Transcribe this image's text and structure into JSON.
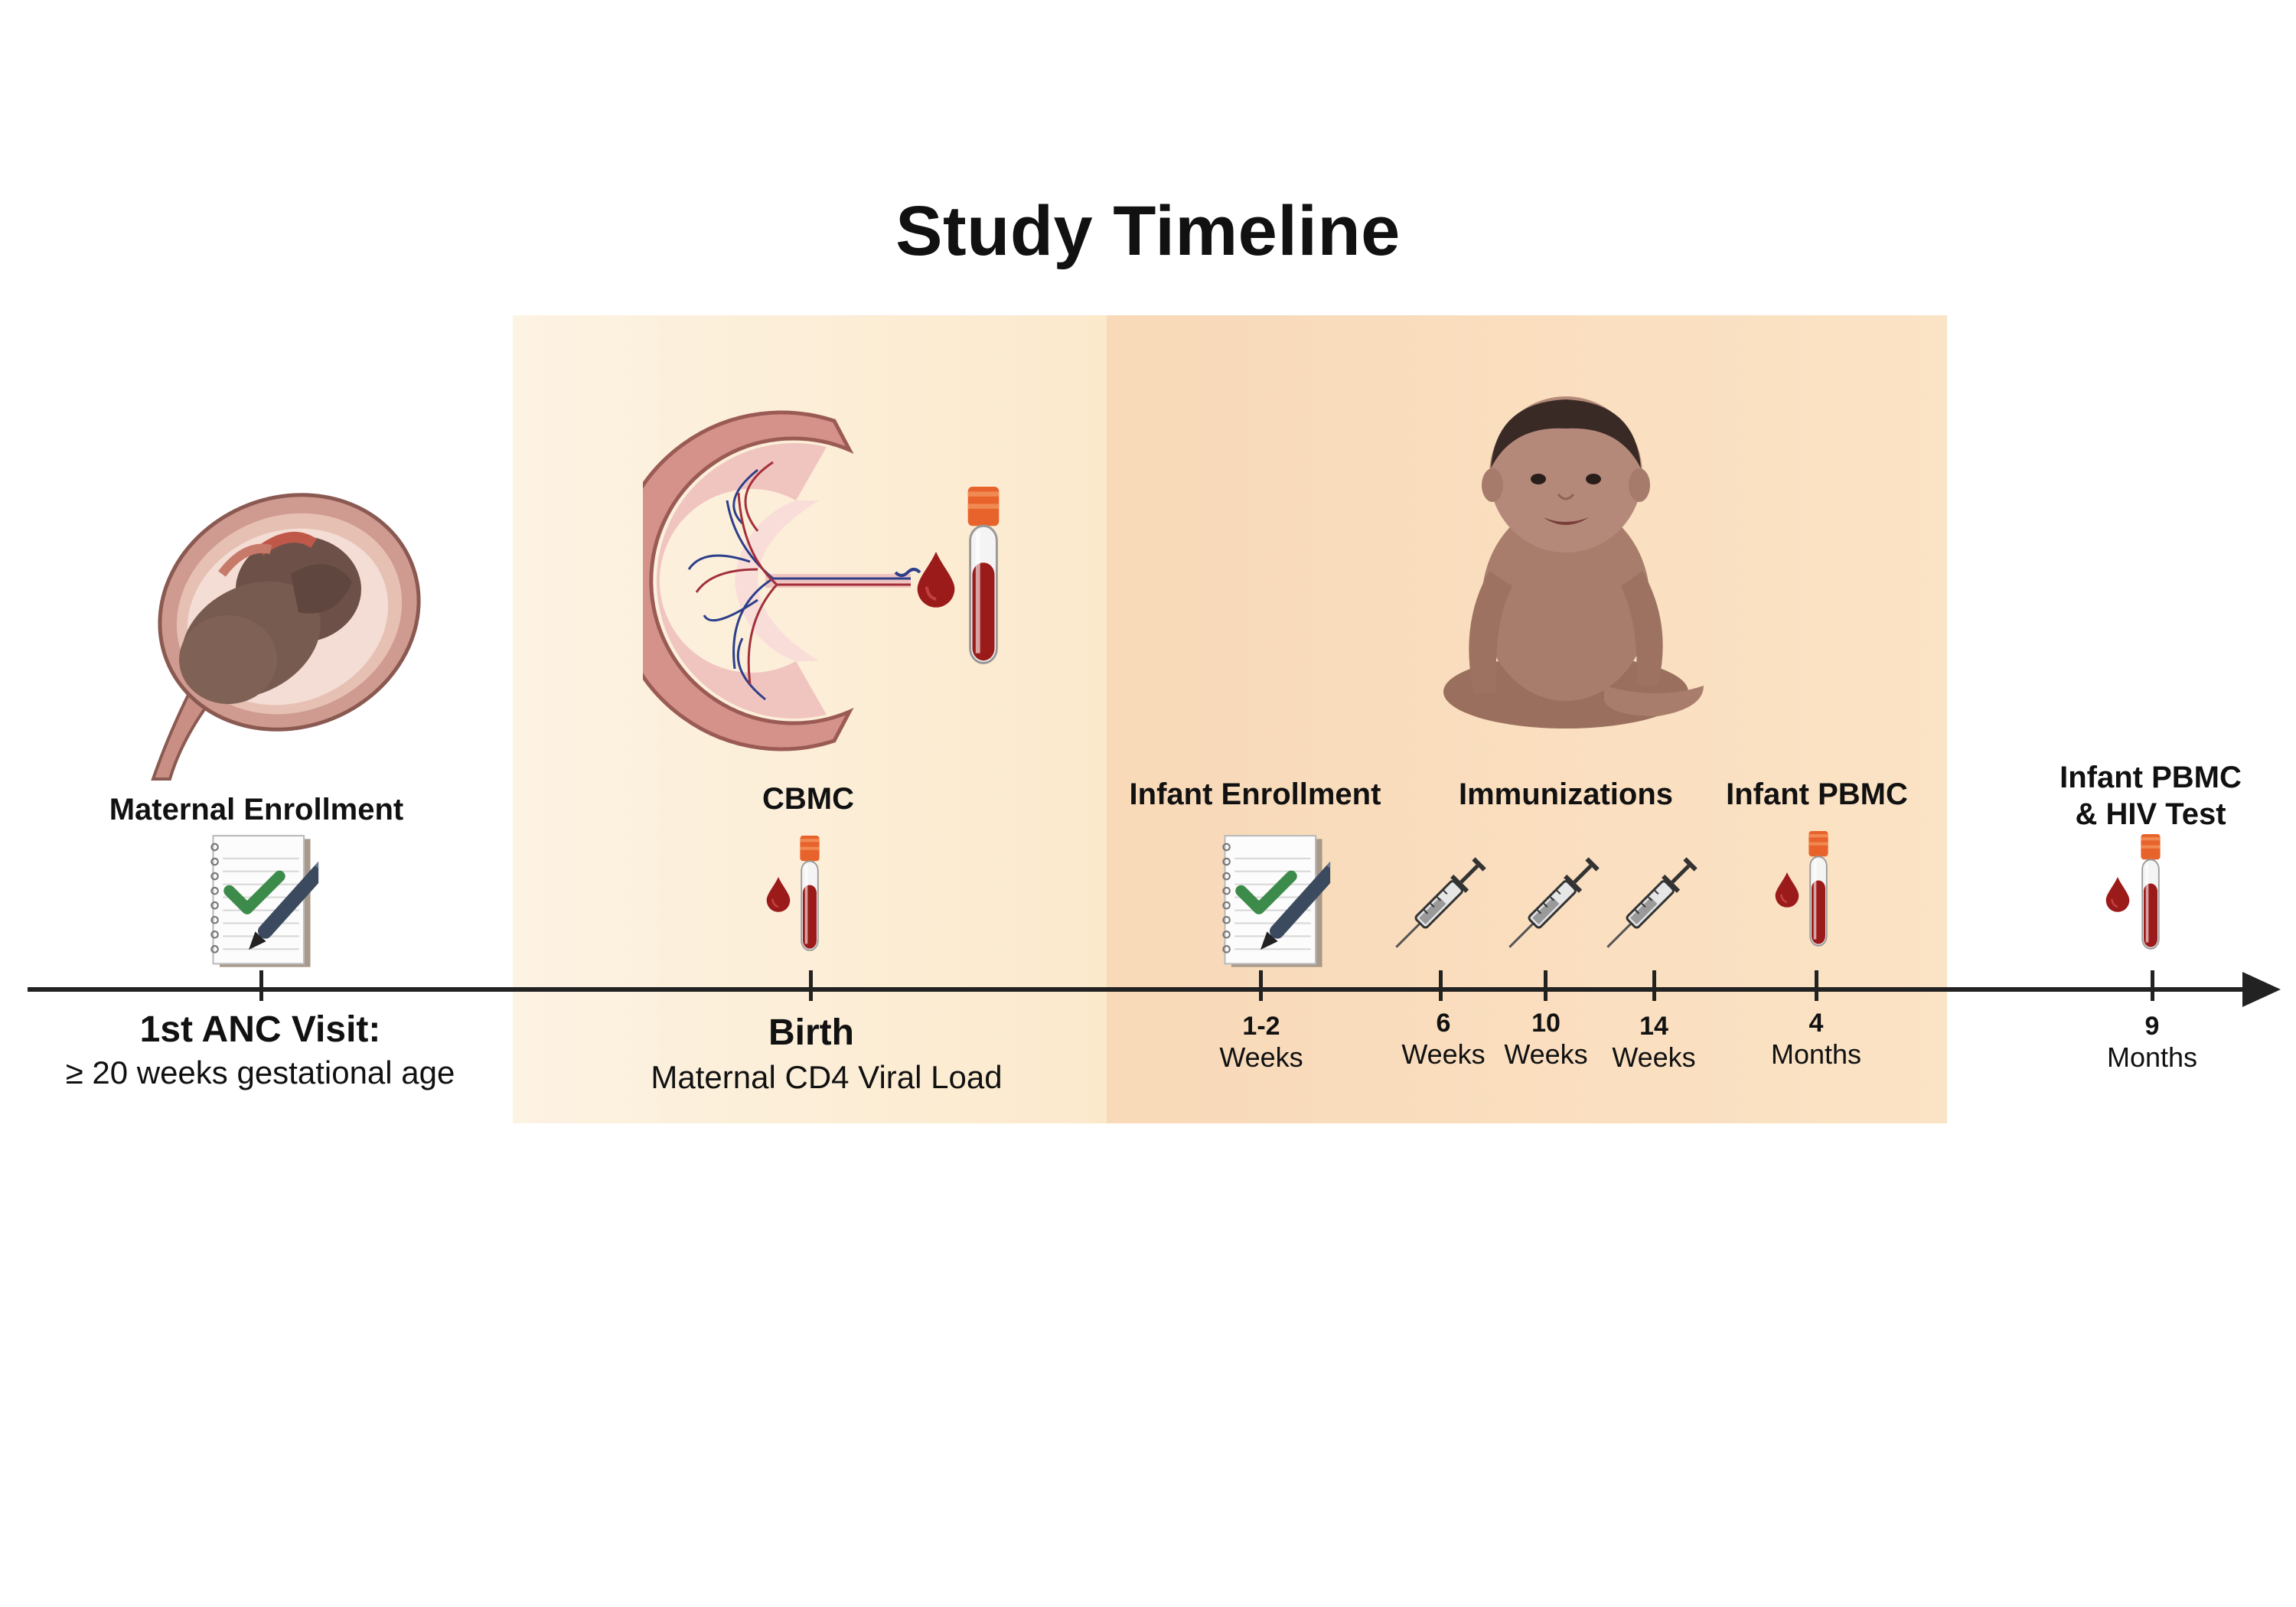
{
  "title": "Study Timeline",
  "events": {
    "maternal_enrollment": "Maternal Enrollment",
    "cbmc": "CBMC",
    "infant_enrollment": "Infant Enrollment",
    "immunizations": "Immunizations",
    "infant_pbmc": "Infant PBMC",
    "infant_pbmc_hiv_line1": "Infant PBMC",
    "infant_pbmc_hiv_line2": "& HIV Test"
  },
  "markers": {
    "anc_title": "1st ANC Visit:",
    "anc_sub": "≥ 20 weeks gestational age",
    "birth_title": "Birth",
    "birth_sub": "Maternal CD4 Viral Load"
  },
  "timepoints": [
    {
      "num": "1-2",
      "unit": "Weeks"
    },
    {
      "num": "6",
      "unit": "Weeks"
    },
    {
      "num": "10",
      "unit": "Weeks"
    },
    {
      "num": "14",
      "unit": "Weeks"
    },
    {
      "num": "4",
      "unit": "Months"
    },
    {
      "num": "9",
      "unit": "Months"
    }
  ],
  "icons": [
    "pregnant-uterus-icon",
    "placenta-icon",
    "blood-tube-icon",
    "blood-drop-icon",
    "infant-icon",
    "notebook-check-icon",
    "syringe-icon"
  ],
  "colors": {
    "panel_birth": "#fbe9cc",
    "panel_infant": "#f8d9b8",
    "tube_cap": "#e8622c",
    "blood": "#9b1b1b",
    "check": "#3d8b4a"
  }
}
